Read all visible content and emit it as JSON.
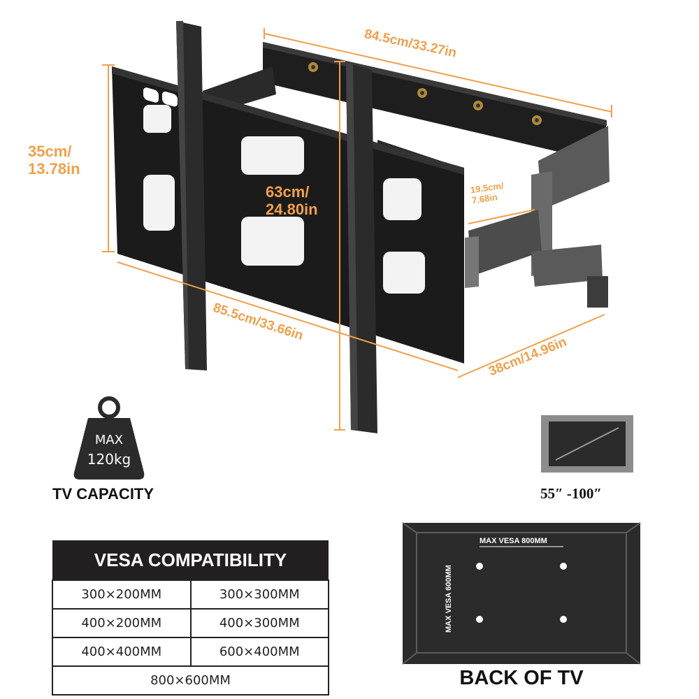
{
  "dimensions": {
    "top_width": "84.5cm/33.27in",
    "left_height_line1": "35cm/",
    "left_height_line2": "13.78in",
    "center_height_line1": "63cm/",
    "center_height_line2": "24.80in",
    "arm_depth_line1": "19.5cm/",
    "arm_depth_line2": "7.68in",
    "bottom_width": "85.5cm/33.66in",
    "extension": "38cm/14.96in"
  },
  "weight": {
    "line1": "MAX",
    "line2": "120kg",
    "caption": "TV CAPACITY"
  },
  "tv_size": "55″ -100″",
  "vesa": {
    "header": "VESA COMPATIBILITY",
    "rows": [
      [
        "300×200MM",
        "300×300MM"
      ],
      [
        "400×200MM",
        "400×300MM"
      ],
      [
        "400×400MM",
        "600×400MM"
      ]
    ],
    "last_row": "800×600MM"
  },
  "back_of_tv": {
    "label": "BACK OF TV",
    "max_vesa_width": "MAX VESA 800MM",
    "max_vesa_height": "MAX VESA 600MM"
  },
  "colors": {
    "dimension_orange": "#f0a04b",
    "mount_black": "#1c1c1c",
    "arm_gray": "#5a5a5a"
  }
}
